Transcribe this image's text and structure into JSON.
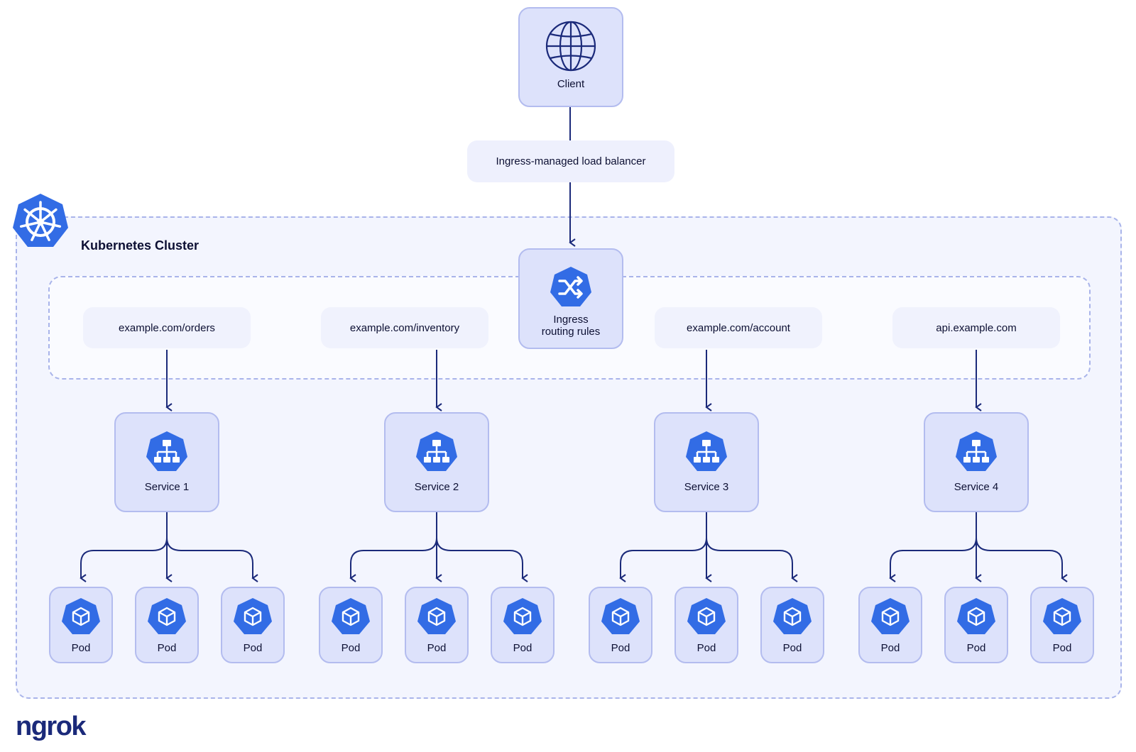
{
  "client": {
    "label": "Client",
    "icon": "globe-icon"
  },
  "load_balancer": {
    "label": "Ingress-managed load balancer"
  },
  "cluster": {
    "title": "Kubernetes Cluster",
    "icon": "kubernetes-helm-icon"
  },
  "ingress": {
    "label_line1": "Ingress",
    "label_line2": "routing rules",
    "icon": "shuffle-icon"
  },
  "routes": [
    "example.com/orders",
    "example.com/inventory",
    "example.com/account",
    "api.example.com"
  ],
  "services": [
    "Service 1",
    "Service 2",
    "Service 3",
    "Service 4"
  ],
  "pod_label": "Pod",
  "brand": {
    "logo": "ngrok"
  },
  "colors": {
    "accent": "#326ce5",
    "line": "#1b2a7a",
    "card": "#dde2fb",
    "border": "#b3bcef"
  }
}
